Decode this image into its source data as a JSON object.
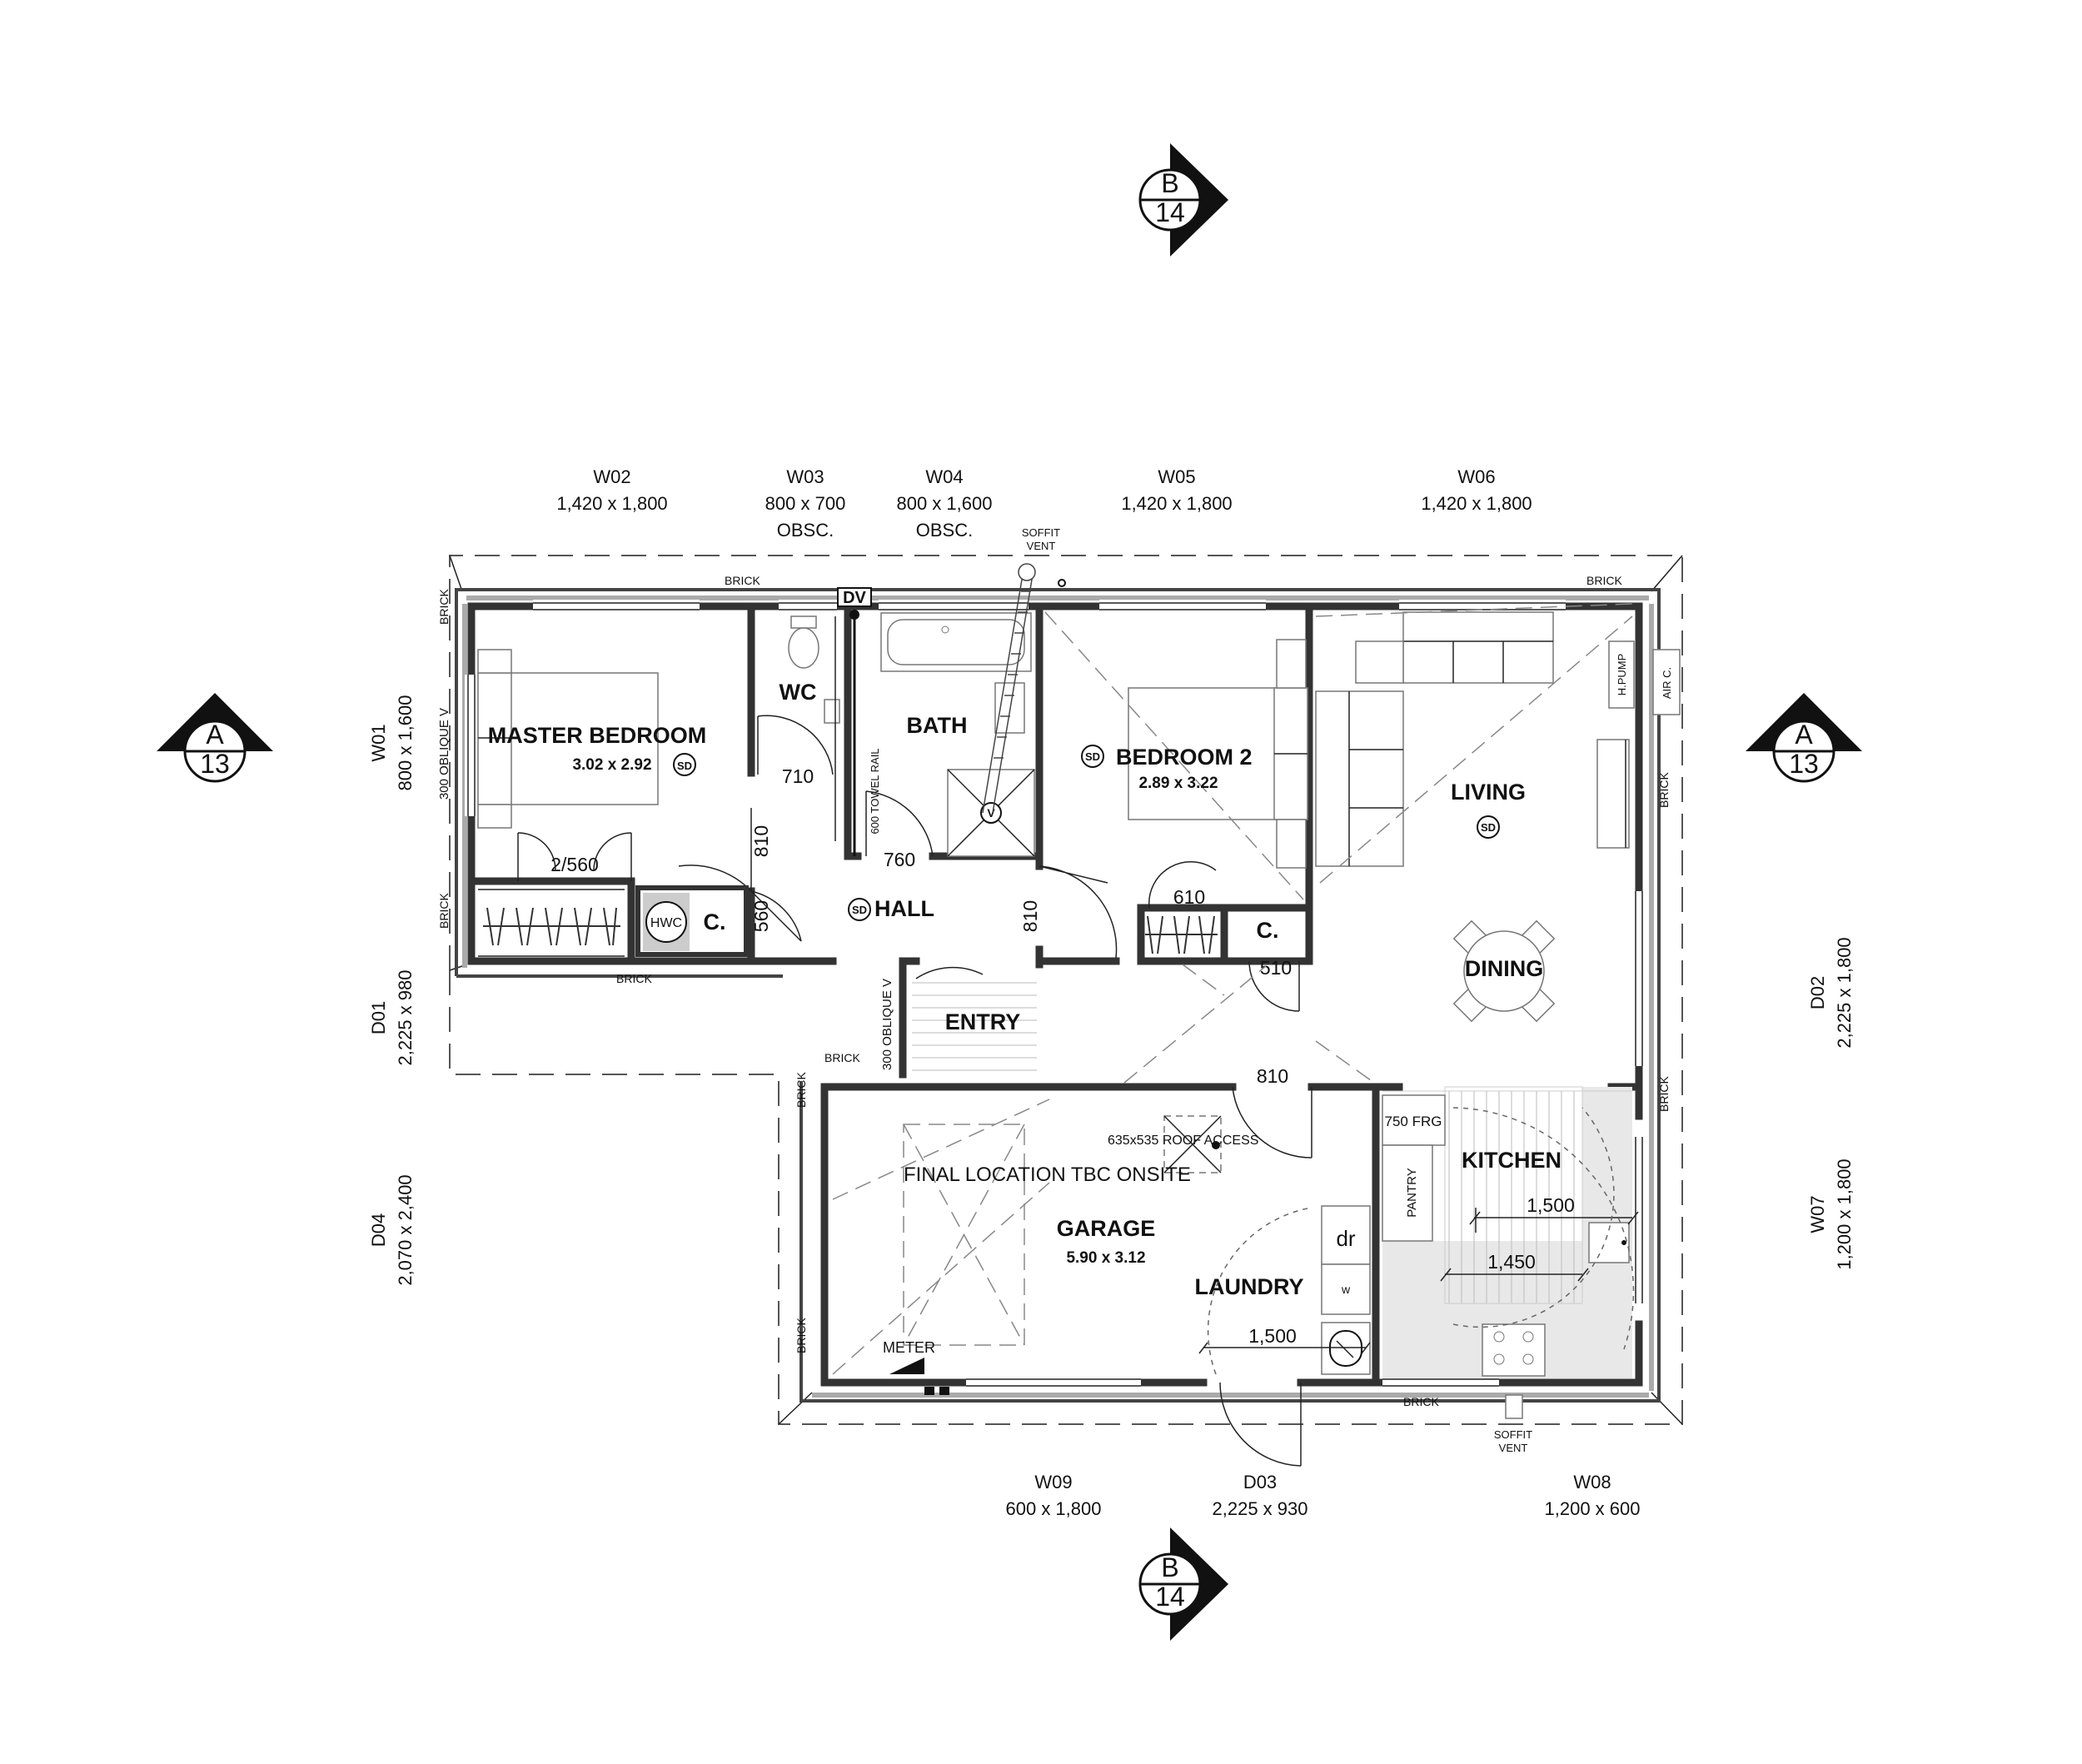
{
  "rooms": {
    "master_bedroom": "MASTER BEDROOM",
    "master_bedroom_dim": "3.02 x 2.92",
    "wc": "WC",
    "bath": "BATH",
    "bedroom2": "BEDROOM 2",
    "bedroom2_dim": "2.89 x 3.22",
    "living": "LIVING",
    "dining": "DINING",
    "hall": "HALL",
    "entry": "ENTRY",
    "garage": "GARAGE",
    "garage_dim": "5.90 x 3.12",
    "laundry": "LAUNDRY",
    "kitchen": "KITCHEN",
    "cupboard_left": "C.",
    "cupboard_right": "C."
  },
  "openings": {
    "w01": {
      "id": "W01",
      "size": "800 x 1,600"
    },
    "w02": {
      "id": "W02",
      "size": "1,420 x 1,800"
    },
    "w03": {
      "id": "W03",
      "size": "800 x 700",
      "note": "OBSC."
    },
    "w04": {
      "id": "W04",
      "size": "800 x 1,600",
      "note": "OBSC."
    },
    "w05": {
      "id": "W05",
      "size": "1,420 x 1,800"
    },
    "w06": {
      "id": "W06",
      "size": "1,420 x 1,800"
    },
    "d01": {
      "id": "D01",
      "size": "2,225 x 980"
    },
    "d02": {
      "id": "D02",
      "size": "2,225 x 1,800"
    },
    "d04": {
      "id": "D04",
      "size": "2,070 x 2,400"
    },
    "w07": {
      "id": "W07",
      "size": "1,200 x 1,800"
    },
    "w09": {
      "id": "W09",
      "size": "600 x 1,800"
    },
    "d03": {
      "id": "D03",
      "size": "2,225 x 930"
    },
    "w08": {
      "id": "W08",
      "size": "1,200 x 600"
    }
  },
  "section_markers": {
    "b_top": {
      "letter": "B",
      "number": "14"
    },
    "b_bottom": {
      "letter": "B",
      "number": "14"
    },
    "a_left": {
      "letter": "A",
      "number": "13"
    },
    "a_right": {
      "letter": "A",
      "number": "13"
    }
  },
  "door_widths": {
    "wc_door": "710",
    "master_door": "810",
    "bath_door": "760",
    "cupboard_door": "560",
    "robe": "2/560",
    "hall_door": "810",
    "bedroom2_robe": "610",
    "cupboard_right_door": "510",
    "garage_door": "810"
  },
  "labels": {
    "brick": "BRICK",
    "soffit": "SOFFIT",
    "vent": "VENT",
    "dv": "DV",
    "sd": "SD",
    "hwc": "HWC",
    "towel_rail": "600 TOWEL RAIL",
    "oblique_left": "300 OBLIQUE V",
    "oblique_entry": "300 OBLIQUE V",
    "hpump": "H.PUMP",
    "airc": "AIR C.",
    "roof_access": "635x535 ROOF ACCESS",
    "final_location": "FINAL LOCATION TBC ONSITE",
    "frg": "750 FRG",
    "pantry": "PANTRY",
    "dr": "dr",
    "w": "w",
    "meter": "METER",
    "v": "V",
    "kitchen_dim1": "1,500",
    "kitchen_dim2": "1,450",
    "laundry_dim": "1,500"
  },
  "colors": {
    "wall": "#333333",
    "fill_grey": "#e8e8e8"
  }
}
